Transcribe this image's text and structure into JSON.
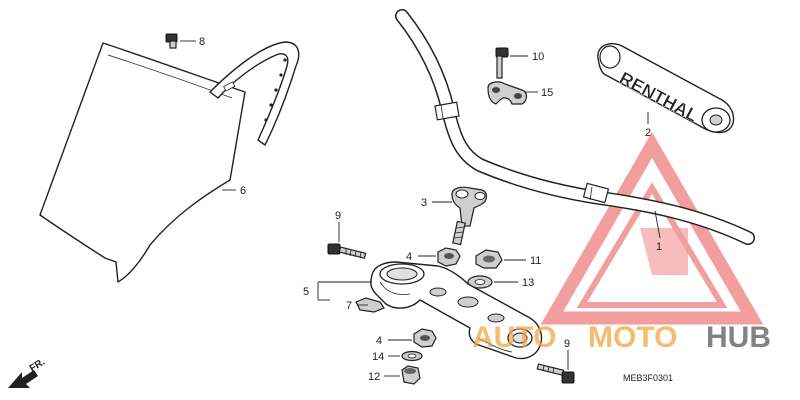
{
  "callouts": {
    "c1": "1",
    "c2": "2",
    "c3": "3",
    "c4a": "4",
    "c4b": "4",
    "c5": "5",
    "c6": "6",
    "c7": "7",
    "c8": "8",
    "c9a": "9",
    "c9b": "9",
    "c10": "10",
    "c11": "11",
    "c12": "12",
    "c13": "13",
    "c14": "14",
    "c15": "15"
  },
  "grip_brand": "RENTHAL",
  "diagram_code": "MEB3F0301",
  "front_label": "FR.",
  "watermark": {
    "auto": "AUTO",
    "moto": "MOTO",
    "hub": "HUB"
  },
  "colors": {
    "watermark_red": "#e85050",
    "watermark_orange": "#f2a640",
    "watermark_gray": "#5a5a5a"
  }
}
